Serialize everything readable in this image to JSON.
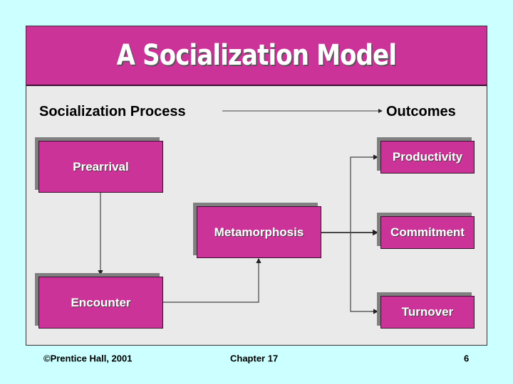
{
  "slide": {
    "title": "A Socialization Model",
    "header_left": "Socialization Process",
    "header_right": "Outcomes"
  },
  "process_stages": [
    {
      "label": "Prearrival"
    },
    {
      "label": "Encounter"
    },
    {
      "label": "Metamorphosis"
    }
  ],
  "outcomes": [
    {
      "label": "Productivity"
    },
    {
      "label": "Commitment"
    },
    {
      "label": "Turnover"
    }
  ],
  "footer": {
    "copyright": "©Prentice Hall, 2001",
    "chapter": "Chapter 17",
    "page": "6"
  },
  "colors": {
    "background": "#ccffff",
    "panel": "#eaeaea",
    "accent": "#cc3399",
    "shadow": "#808080"
  }
}
